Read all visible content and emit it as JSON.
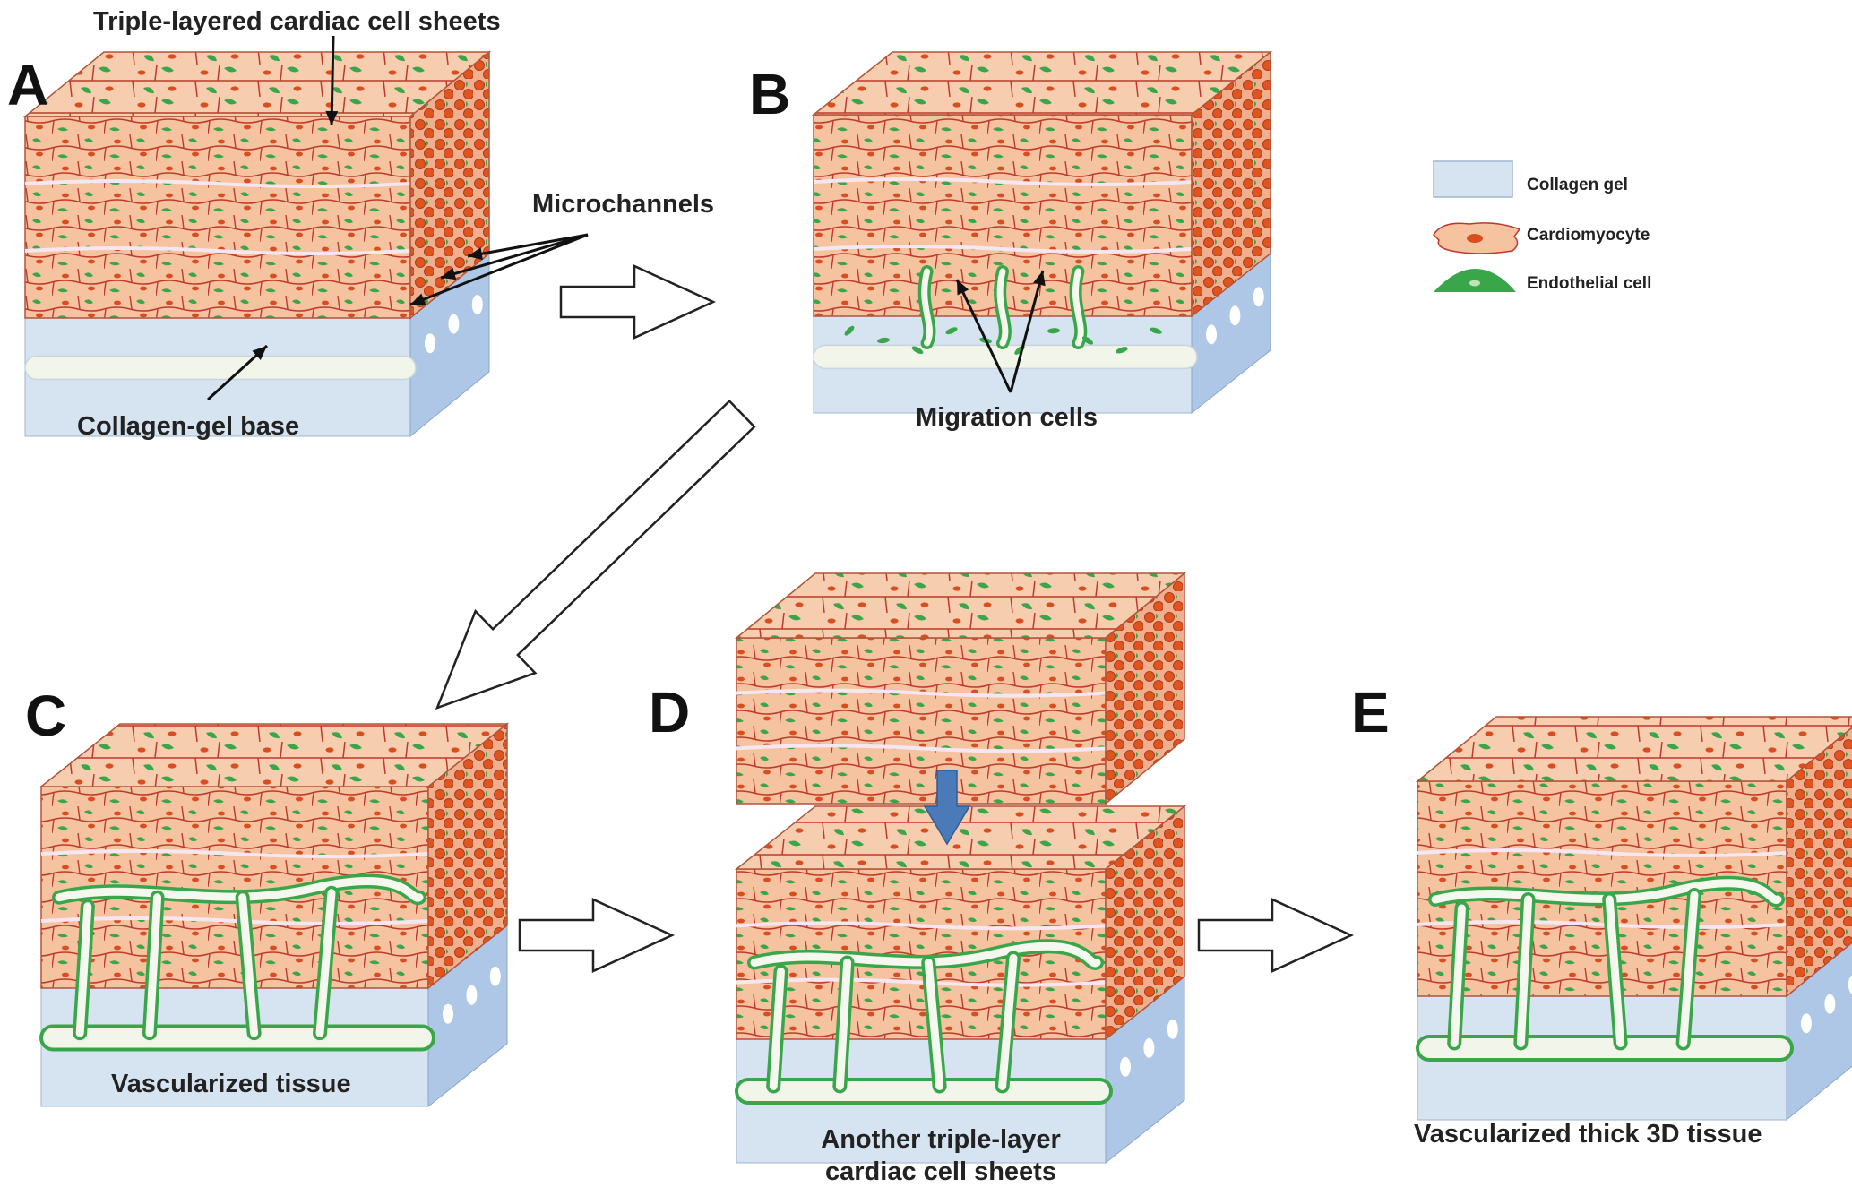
{
  "panels": {
    "a": {
      "letter": "A"
    },
    "b": {
      "letter": "B"
    },
    "c": {
      "letter": "C"
    },
    "d": {
      "letter": "D"
    },
    "e": {
      "letter": "E"
    }
  },
  "annotations": {
    "triple_layered": "Triple-layered cardiac cell sheets",
    "microchannels": "Microchannels",
    "collagen_gel_base": "Collagen-gel base",
    "migration_cells": "Migration cells",
    "vascularized_tissue": "Vascularized tissue",
    "another_triple_line1": "Another triple-layer",
    "another_triple_line2": "cardiac cell sheets",
    "vascularized_thick": "Vascularized thick 3D tissue"
  },
  "legend": {
    "items": [
      {
        "label": "Collagen gel",
        "icon": "collagen-gel-swatch",
        "color": "#d6e4f2"
      },
      {
        "label": "Cardiomyocyte",
        "icon": "cardiomyocyte-cell",
        "color": "#f6c3a0"
      },
      {
        "label": "Endothelial cell",
        "icon": "endothelial-cell",
        "color": "#3aa64a"
      }
    ]
  },
  "colors": {
    "cell_sheet": "#f6c3a0",
    "cell_border": "#c0392b",
    "nucleus": "#d94e1f",
    "endothelial": "#3aa64a",
    "gel_top": "#d6e4f2",
    "gel_side": "#aec7e6",
    "channel": "#f1f5ea",
    "arrow_fill": "#ffffff",
    "blue_arrow": "#4a7ab8"
  }
}
